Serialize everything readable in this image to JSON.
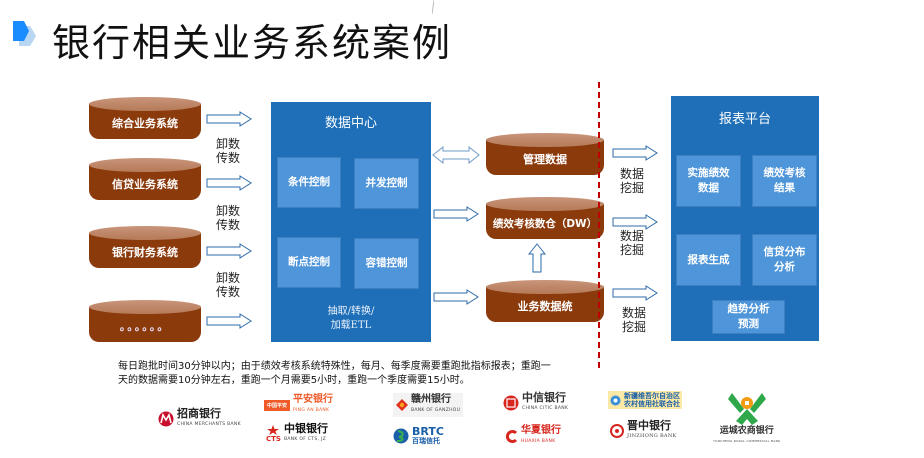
{
  "header": {
    "title": "银行相关业务系统案例"
  },
  "colors": {
    "panel_blue": "#1e6fb8",
    "sub_box_blue": "#4f95d9",
    "cylinder_brown": "#8b3a0c",
    "divider_red": "#c00000",
    "arrow_outline": "#2e6aa8",
    "title_accent": "#1a8cff"
  },
  "sources": {
    "systems": [
      {
        "label": "综合业务系统"
      },
      {
        "label": "信贷业务系统"
      },
      {
        "label": "银行财务系统"
      },
      {
        "label": "。。。。。。"
      }
    ],
    "transfer_labels": [
      {
        "line1": "卸数",
        "line2": "传数"
      },
      {
        "line1": "卸数",
        "line2": "传数"
      },
      {
        "line1": "卸数",
        "line2": "传数"
      }
    ]
  },
  "data_center": {
    "title": "数据中心",
    "controls": [
      {
        "label": "条件控制"
      },
      {
        "label": "并发控制"
      },
      {
        "label": "断点控制"
      },
      {
        "label": "容错控制"
      }
    ],
    "etl_line1": "抽取/转换/",
    "etl_line2": "加载ETL"
  },
  "storage": {
    "items": [
      {
        "label": "管理数据"
      },
      {
        "label": "绩效考核数仓（DW）"
      },
      {
        "label": "业务数据统"
      }
    ]
  },
  "mining_labels": [
    {
      "line1": "数据",
      "line2": "挖掘"
    },
    {
      "line1": "数据",
      "line2": "挖掘"
    },
    {
      "line1": "数据",
      "line2": "挖掘"
    }
  ],
  "report_platform": {
    "title": "报表平台",
    "items": [
      {
        "line1": "实施绩效",
        "line2": "数据"
      },
      {
        "line1": "绩效考核",
        "line2": "结果"
      },
      {
        "line1": "报表生成",
        "line2": ""
      },
      {
        "line1": "信贷分布",
        "line2": "分析"
      },
      {
        "line1": "趋势分析",
        "line2": "预测"
      }
    ]
  },
  "note": {
    "line1": "每日跑批时间30分钟以内；由于绩效考核系统特殊性，每月、每季度需要重跑批指标报表；重跑一",
    "line2": "天的数据需要10分钟左右，重跑一个月需要5小时，重跑一个季度需要15小时。"
  },
  "logos": [
    {
      "name": "招商银行",
      "en": "CHINA MERCHANTS BANK",
      "color": "#c8102e"
    },
    {
      "name": "平安银行",
      "en": "PING AN BANK",
      "color": "#f05a28",
      "badge": "中国平安"
    },
    {
      "name": "中银银行",
      "en": "BANK OF CTS, JZ",
      "color": "#111111",
      "badge": "CTS"
    },
    {
      "name": "赣州银行",
      "en": "BANK OF GANZHOU",
      "color": "#333333"
    },
    {
      "name": "BRTC",
      "en": "百瑞信托",
      "color": "#1a5fa8"
    },
    {
      "name": "中信银行",
      "en": "CHINA CITIC BANK",
      "color": "#333333"
    },
    {
      "name": "华夏银行",
      "en": "HUAXIA BANK",
      "color": "#d7261e"
    },
    {
      "name": "新疆维吾尔自治区",
      "en": "农村信用社联合社",
      "color": "#1a5fa8"
    },
    {
      "name": "晋中银行",
      "en": "JINZHONG BANK",
      "color": "#222222"
    },
    {
      "name": "运城农商银行",
      "en": "YUNCHENG RURAL COMMERCIAL BANK",
      "color": "#333333"
    }
  ]
}
